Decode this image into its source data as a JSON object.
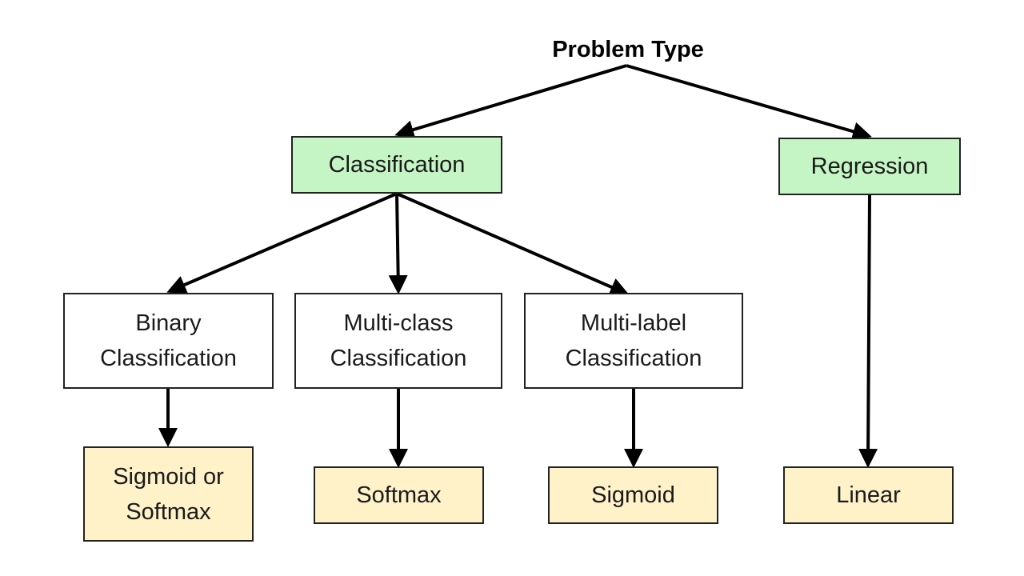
{
  "root": {
    "label": "Problem Type"
  },
  "categories": {
    "classification": {
      "label": "Classification"
    },
    "regression": {
      "label": "Regression"
    }
  },
  "subtypes": {
    "binary": {
      "label": "Binary Classification"
    },
    "multiclass": {
      "label": "Multi-class Classification"
    },
    "multilabel": {
      "label": "Multi-label Classification"
    }
  },
  "activations": {
    "binary": {
      "label": "Sigmoid or Softmax"
    },
    "multiclass": {
      "label": "Softmax"
    },
    "multilabel": {
      "label": "Sigmoid"
    },
    "regression": {
      "label": "Linear"
    }
  },
  "colors": {
    "category_fill": "#c5f5c5",
    "subtype_fill": "#ffffff",
    "activation_fill": "#fff2c9",
    "stroke": "#000000"
  }
}
